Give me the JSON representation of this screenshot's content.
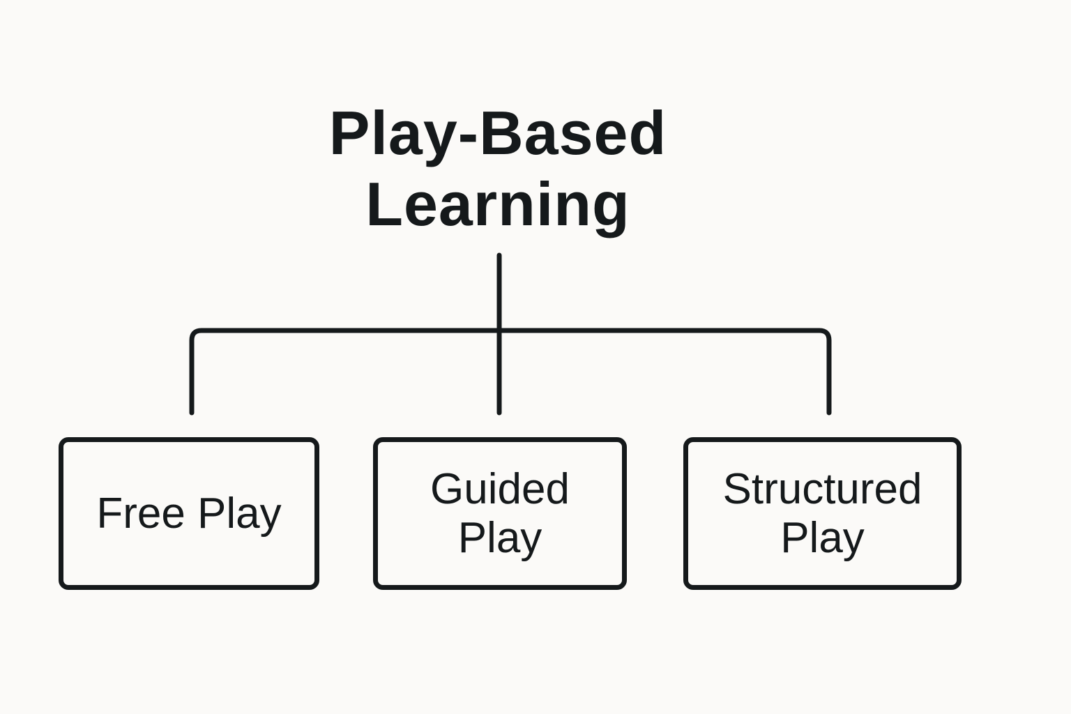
{
  "colors": {
    "background": "#fbfaf8",
    "ink": "#15191b"
  },
  "diagram": {
    "type": "tree",
    "root": {
      "line1": "Play-Based",
      "line2": "Learning"
    },
    "children": [
      {
        "line1": "Free Play",
        "line2": ""
      },
      {
        "line1": "Guided",
        "line2": "Play"
      },
      {
        "line1": "Structured",
        "line2": "Play"
      }
    ]
  }
}
